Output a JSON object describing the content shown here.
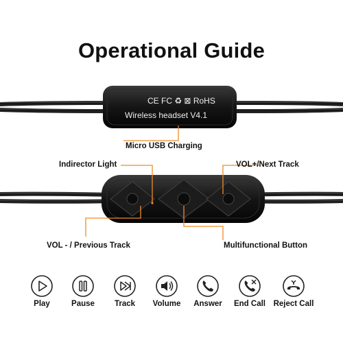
{
  "title": "Operational Guide",
  "device": {
    "cert_marks": "CE FC ♻ ⊠ RoHS",
    "model_text": "Wireless headset V4.1"
  },
  "callouts": {
    "usb": "Micro USB Charging",
    "light": "Indirector Light",
    "vol_up": "VOL+/Next Track",
    "vol_down": "VOL - / Previous Track",
    "multi": "Multifunctional Button"
  },
  "icons": [
    {
      "name": "play-icon",
      "label": "Play"
    },
    {
      "name": "pause-icon",
      "label": "Pause"
    },
    {
      "name": "track-icon",
      "label": "Track"
    },
    {
      "name": "volume-icon",
      "label": "Volume"
    },
    {
      "name": "answer-icon",
      "label": "Answer"
    },
    {
      "name": "end-call-icon",
      "label": "End Call"
    },
    {
      "name": "reject-call-icon",
      "label": "Reject Call"
    }
  ],
  "colors": {
    "accent": "#f08a24",
    "body": "#141414",
    "cable": "#111111"
  }
}
